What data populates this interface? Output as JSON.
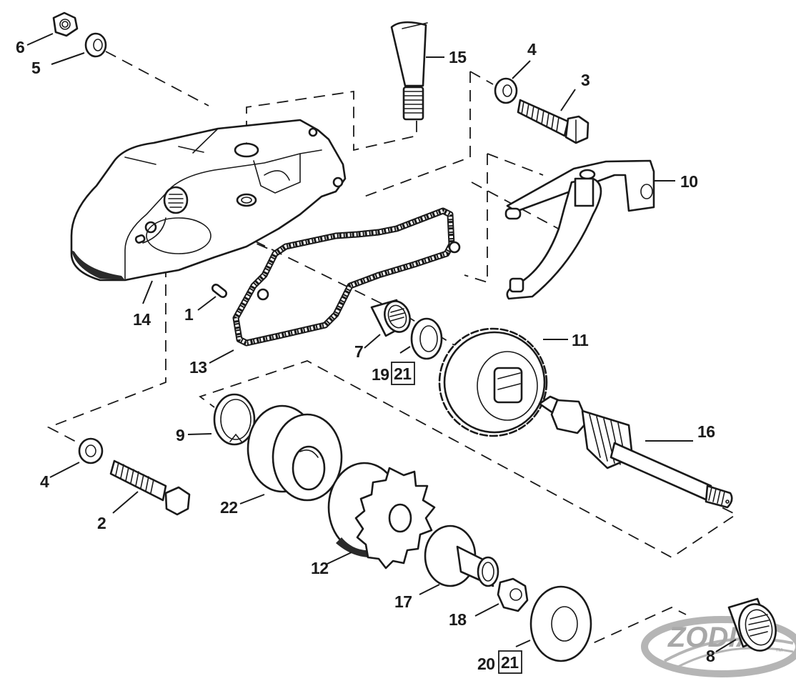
{
  "diagram": {
    "type": "exploded-parts-diagram",
    "subject": "Starter drive / pinion gear housing assembly",
    "line_color": "#1a1a1a",
    "background": "#ffffff",
    "callouts": [
      {
        "id": "1",
        "label": "1",
        "part": "dowel-pin"
      },
      {
        "id": "2",
        "label": "2",
        "part": "hex-bolt-lower"
      },
      {
        "id": "3",
        "label": "3",
        "part": "hex-bolt-upper"
      },
      {
        "id": "4a",
        "label": "4",
        "part": "washer-upper"
      },
      {
        "id": "4b",
        "label": "4",
        "part": "washer-lower"
      },
      {
        "id": "5",
        "label": "5",
        "part": "lock-washer"
      },
      {
        "id": "6",
        "label": "6",
        "part": "hex-nut"
      },
      {
        "id": "7",
        "label": "7",
        "part": "needle-bearing"
      },
      {
        "id": "8",
        "label": "8",
        "part": "needle-bearing-end"
      },
      {
        "id": "9",
        "label": "9",
        "part": "retaining-ring"
      },
      {
        "id": "10",
        "label": "10",
        "part": "shifter-fork-lever"
      },
      {
        "id": "11",
        "label": "11",
        "part": "clutch-gear"
      },
      {
        "id": "12",
        "label": "12",
        "part": "pinion-gear"
      },
      {
        "id": "13",
        "label": "13",
        "part": "housing-gasket"
      },
      {
        "id": "14",
        "label": "14",
        "part": "drive-housing"
      },
      {
        "id": "15",
        "label": "15",
        "part": "slotted-stud"
      },
      {
        "id": "16",
        "label": "16",
        "part": "pinion-shaft"
      },
      {
        "id": "17",
        "label": "17",
        "part": "spacer-bushing"
      },
      {
        "id": "18",
        "label": "18",
        "part": "acorn-nut"
      },
      {
        "id": "19",
        "label": "19",
        "part": "thrust-washer",
        "kit_ref": "21"
      },
      {
        "id": "20",
        "label": "20",
        "part": "flat-washer",
        "kit_ref": "21"
      },
      {
        "id": "22",
        "label": "22",
        "part": "pulley-collar"
      }
    ],
    "boxed_refs": [
      "21",
      "21"
    ]
  },
  "watermark": {
    "brand": "ZODIAC",
    "visible_text": "ZODIA",
    "trademark": "TM",
    "color": "#a8a8a8"
  }
}
